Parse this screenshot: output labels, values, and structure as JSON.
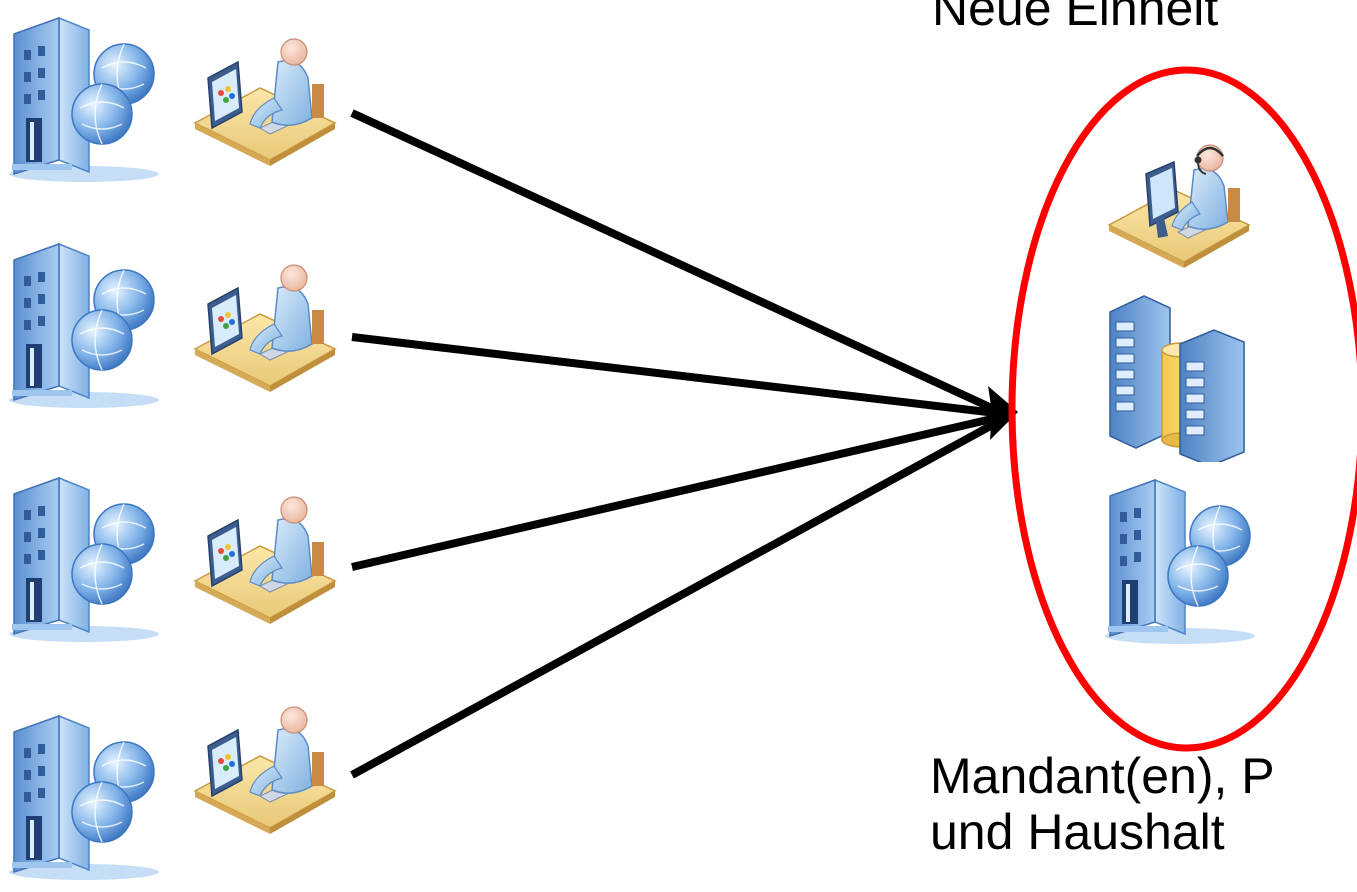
{
  "diagram": {
    "title": "Neue Einheit",
    "caption_lines": [
      "Mandant(en), P",
      "und Haushalt"
    ],
    "arrow_color": "#000000",
    "ellipse_color": "#ff0000",
    "source_rows": [
      {
        "building_icon": "office-building-globe-icon",
        "user_icon": "designer-workstation-icon"
      },
      {
        "building_icon": "office-building-globe-icon",
        "user_icon": "designer-workstation-icon"
      },
      {
        "building_icon": "office-building-globe-icon",
        "user_icon": "designer-workstation-icon"
      },
      {
        "building_icon": "office-building-globe-icon",
        "user_icon": "designer-workstation-icon"
      }
    ],
    "target_icons": [
      "support-agent-workstation-icon",
      "server-database-icon",
      "office-building-globe-icon"
    ]
  }
}
